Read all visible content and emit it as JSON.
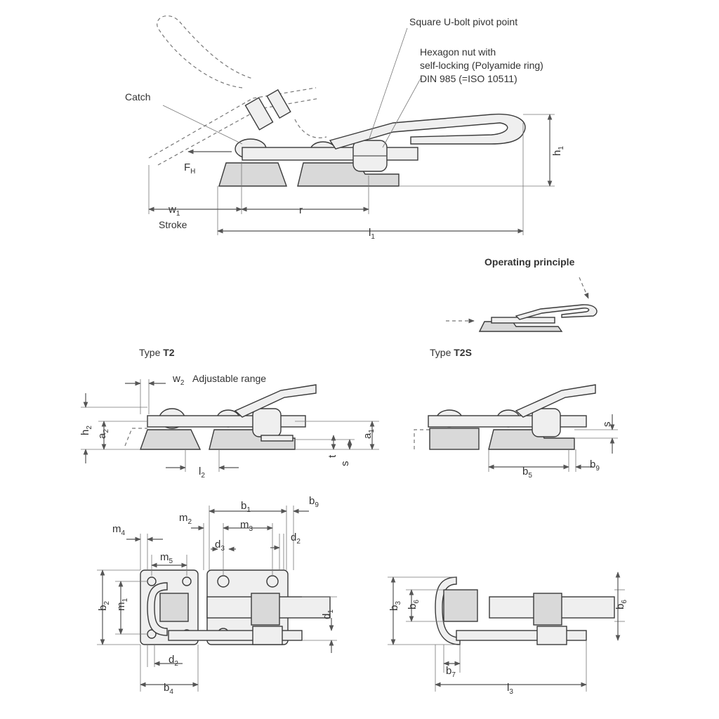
{
  "callouts": {
    "square_pivot": "Square U-bolt pivot point",
    "hexnut_line1": "Hexagon nut with",
    "hexnut_line2": "self-locking (Polyamide ring)",
    "hexnut_line3": "DIN 985 (=ISO 10511)",
    "catch": "Catch",
    "force": "F",
    "force_sub": "H",
    "stroke": "Stroke",
    "operating_principle": "Operating principle",
    "adjustable_range": "Adjustable range"
  },
  "types": {
    "t2_prefix": "Type ",
    "t2_code": "T2",
    "t2s_prefix": "Type ",
    "t2s_code": "T2S"
  },
  "dimensions": {
    "w1": "w",
    "w1_sub": "1",
    "r": "r",
    "l1": "l",
    "l1_sub": "1",
    "h1": "h",
    "h1_sub": "1",
    "w2": "w",
    "w2_sub": "2",
    "h2": "h",
    "h2_sub": "2",
    "a2": "a",
    "a2_sub": "2",
    "a1": "a",
    "a1_sub": "1",
    "t": "t",
    "s": "s",
    "l2": "l",
    "l2_sub": "2",
    "s_t2s": "s",
    "b5": "b",
    "b5_sub": "5",
    "b9_t2s": "b",
    "b9_t2s_sub": "9",
    "b1": "b",
    "b1_sub": "1",
    "b9": "b",
    "b9_sub": "9",
    "m2": "m",
    "m2_sub": "2",
    "m3": "m",
    "m3_sub": "3",
    "m4": "m",
    "m4_sub": "4",
    "d3": "d",
    "d3_sub": "3",
    "d2_top": "d",
    "d2_top_sub": "2",
    "m5": "m",
    "m5_sub": "5",
    "b2": "b",
    "b2_sub": "2",
    "m1": "m",
    "m1_sub": "1",
    "d1": "d",
    "d1_sub": "1",
    "d2_bottom": "d",
    "d2_bottom_sub": "2",
    "b4": "b",
    "b4_sub": "4",
    "b3": "b",
    "b3_sub": "3",
    "b6_left": "b",
    "b6_left_sub": "6",
    "b6_right": "b",
    "b6_right_sub": "6",
    "b7": "b",
    "b7_sub": "7",
    "l3": "l",
    "l3_sub": "3"
  }
}
